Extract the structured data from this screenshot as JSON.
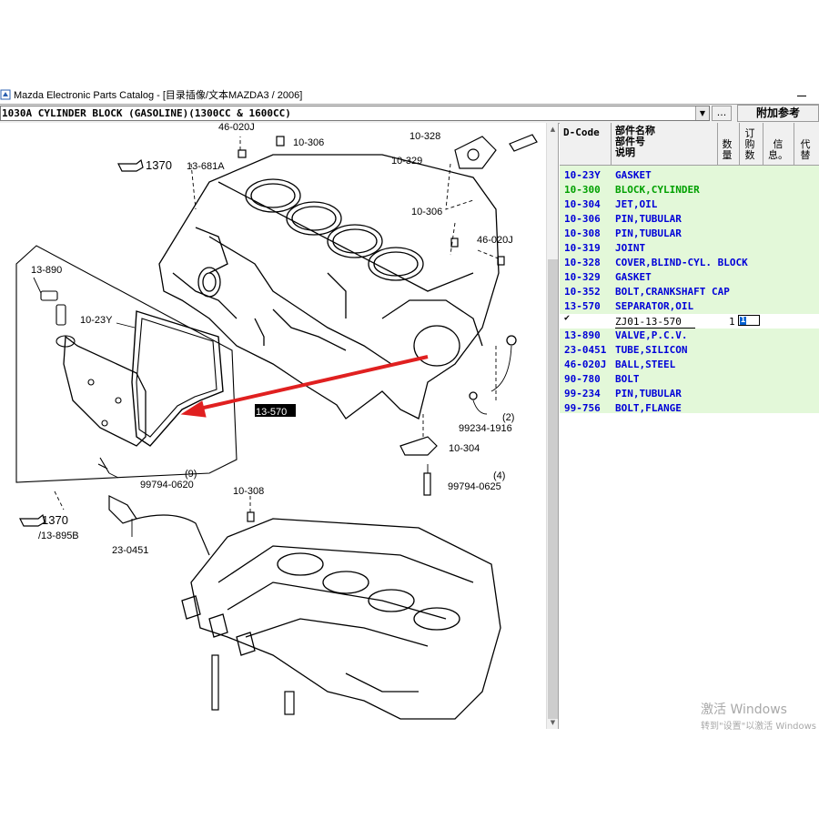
{
  "window": {
    "title": "Mazda Electronic Parts Catalog - [目录插像/文本MAZDA3 / 2006]"
  },
  "toolbar": {
    "catalog_selection": "1030A  CYLINDER BLOCK (GASOLINE)(1300CC & 1600CC)",
    "more_label": "...",
    "reference_label": "附加参考"
  },
  "parts_header": {
    "dcode": "D-Code",
    "name_line1": "部件名称",
    "name_line2": "部件号",
    "name_line3": "说明",
    "qty": "数量",
    "order_qty": "订购数",
    "info": "信息。",
    "substitute": "代替"
  },
  "parts": [
    {
      "code": "10-23Y",
      "name": "GASKET",
      "color": "#0000d8"
    },
    {
      "code": "10-300",
      "name": "BLOCK,CYLINDER",
      "color": "#00a000"
    },
    {
      "code": "10-304",
      "name": "JET,OIL",
      "color": "#0000d8"
    },
    {
      "code": "10-306",
      "name": "PIN,TUBULAR",
      "color": "#0000d8"
    },
    {
      "code": "10-308",
      "name": "PIN,TUBULAR",
      "color": "#0000d8"
    },
    {
      "code": "10-319",
      "name": "JOINT",
      "color": "#0000d8"
    },
    {
      "code": "10-328",
      "name": "COVER,BLIND-CYL. BLOCK",
      "color": "#0000d8"
    },
    {
      "code": "10-329",
      "name": "GASKET",
      "color": "#0000d8"
    },
    {
      "code": "10-352",
      "name": "BOLT,CRANKSHAFT CAP",
      "color": "#0000d8"
    },
    {
      "code": "13-570",
      "name": "SEPARATOR,OIL",
      "color": "#0000d8"
    }
  ],
  "selected_detail": {
    "check": "✔",
    "part_number": "ZJ01-13-570",
    "qty": "1",
    "order_value": "1"
  },
  "parts_after": [
    {
      "code": "13-890",
      "name": "VALVE,P.C.V.",
      "color": "#0000d8"
    },
    {
      "code": "23-0451",
      "name": "TUBE,SILICON",
      "color": "#0000d8"
    },
    {
      "code": "46-020J",
      "name": "BALL,STEEL",
      "color": "#0000d8"
    },
    {
      "code": "90-780",
      "name": "BOLT",
      "color": "#0000d8"
    },
    {
      "code": "99-234",
      "name": "PIN,TUBULAR",
      "color": "#0000d8"
    },
    {
      "code": "99-756",
      "name": "BOLT,FLANGE",
      "color": "#0000d8"
    }
  ],
  "diagram": {
    "labels": {
      "l46020j_top": "46-020J",
      "l10306_top": "10-306",
      "l10328": "10-328",
      "l10329": "10-329",
      "l1370_a": "1370",
      "l13681a": "13-681A",
      "l10306_r": "10-306",
      "l46020j_r": "46-020J",
      "l13890": "13-890",
      "l1023y": "10-23Y",
      "l13570": "13-570",
      "l2": "(2)",
      "l99234": "99234-1916",
      "l10304": "10-304",
      "l9": "(9)",
      "l99794a": "99794-0620",
      "l4": "(4)",
      "l99794b": "99794-0625",
      "l10308": "10-308",
      "l1370_b": "1370",
      "l13895b": "/13-895B",
      "l230451": "23-0451"
    }
  },
  "watermark": {
    "line1": "激活 Windows",
    "line2": "转到\"设置\"以激活 Windows"
  }
}
